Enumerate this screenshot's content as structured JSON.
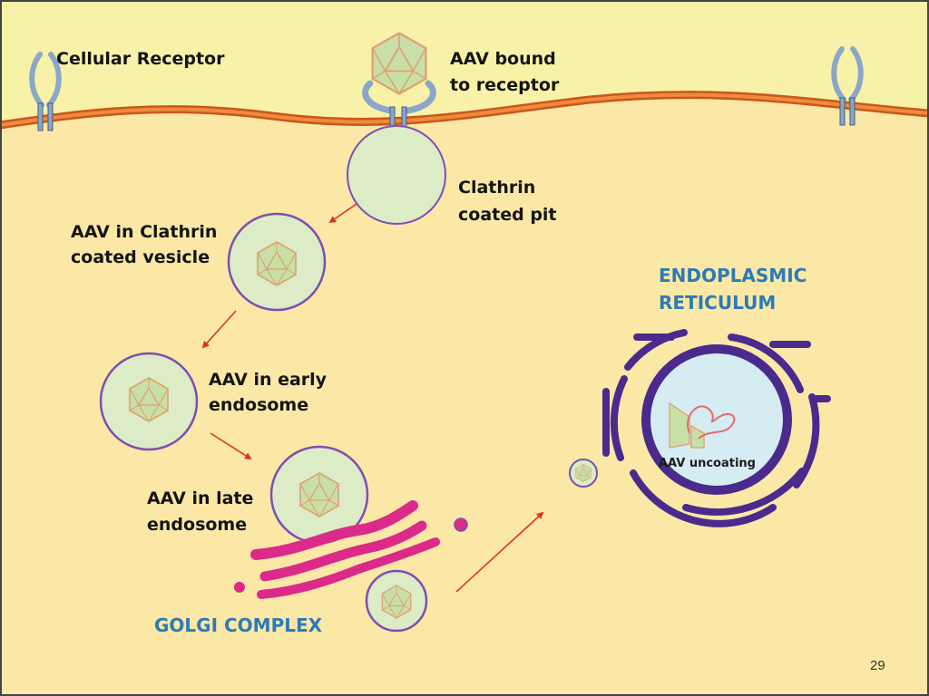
{
  "labels": {
    "cellular_receptor": "Cellular Receptor",
    "aav_bound_1": "AAV bound",
    "aav_bound_2": "to receptor",
    "clathrin_pit_1": "Clathrin",
    "clathrin_pit_2": "coated pit",
    "vesicle_1": "AAV in Clathrin",
    "vesicle_2": "coated vesicle",
    "early_1": "AAV in early",
    "early_2": "endosome",
    "late_1": "AAV in late",
    "late_2": "endosome",
    "golgi": "GOLGI COMPLEX",
    "er_1": "ENDOPLASMIC",
    "er_2": "RETICULUM",
    "uncoating": "AAV uncoating"
  },
  "page_number": "29",
  "icons": [
    "receptor-icon",
    "aav-capsid-icon",
    "arrow-icon"
  ],
  "colors": {
    "extracellular": "#f8f2a8",
    "cytoplasm": "#fbe8a6",
    "membrane": "#e5722b",
    "receptor": "#8aa7c9",
    "vesicle_fill": "#dbecc6",
    "vesicle_stroke": "#7d4fb0",
    "capsid_fill": "#c8dfa8",
    "capsid_stroke": "#e0a070",
    "golgi": "#dc2a8a",
    "er": "#4a2a8c",
    "nucleus_fill": "#d4ecf2",
    "arrow": "#e03030",
    "title_blue": "#2d7ab7"
  }
}
